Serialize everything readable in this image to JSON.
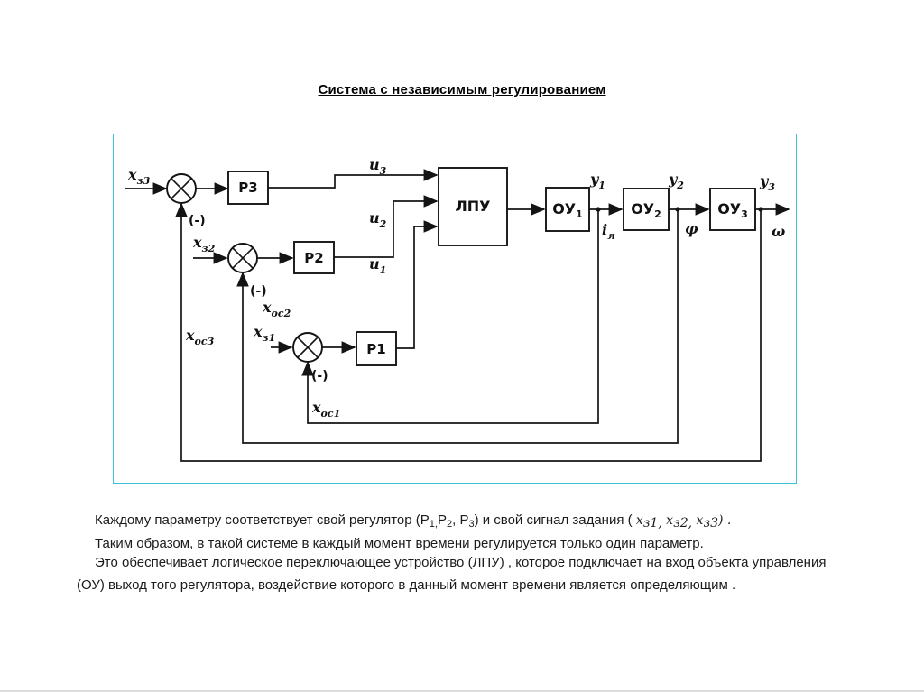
{
  "page": {
    "title": "Система с независимым регулированием"
  },
  "diagram": {
    "blocks": {
      "p3": "Р3",
      "p2": "Р2",
      "p1": "Р1",
      "lpu": "ЛПУ",
      "ou1": {
        "base": "ОУ",
        "sub": "1"
      },
      "ou2": {
        "base": "ОУ",
        "sub": "2"
      },
      "ou3": {
        "base": "ОУ",
        "sub": "3"
      }
    },
    "signals": {
      "xz3": {
        "base": "x",
        "sub": "з3"
      },
      "xz2": {
        "base": "x",
        "sub": "з2"
      },
      "xz1": {
        "base": "x",
        "sub": "з1"
      },
      "xoc3": {
        "base": "x",
        "sub": "ос3"
      },
      "xoc2": {
        "base": "x",
        "sub": "ос2"
      },
      "xoc1": {
        "base": "x",
        "sub": "ос1"
      },
      "u3": {
        "base": "u",
        "sub": "3"
      },
      "u2": {
        "base": "u",
        "sub": "2"
      },
      "u1": {
        "base": "u",
        "sub": "1"
      },
      "y1": {
        "base": "y",
        "sub": "1"
      },
      "y2": {
        "base": "y",
        "sub": "2"
      },
      "y3": {
        "base": "y",
        "sub": "3"
      },
      "iya": {
        "base": "i",
        "sub": "я"
      },
      "phi": "φ",
      "omega": "ω",
      "minus": "(-)"
    }
  },
  "paragraph": {
    "line1": {
      "s1": "Каждому параметру соответствует свой регулятор (Р",
      "s2": "1,",
      "s3": "Р",
      "s4": "2",
      "s5": ", Р",
      "s6": "3",
      "s7": ") и свой сигнал задания ( ",
      "s8": "x",
      "s9": "з1,",
      "s10": " x",
      "s11": "з2,",
      "s12": " x",
      "s13": "з3",
      "s14": ") ."
    },
    "line2": "Таким образом, в такой системе в каждый момент времени регулируется только один параметр.",
    "line3": "Это обеспечивает логическое переключающее устройство (ЛПУ) , которое подключает на вход объекта управления",
    "line4": "(ОУ)  выход того регулятора, воздействие которого в данный момент времени является определяющим ."
  }
}
